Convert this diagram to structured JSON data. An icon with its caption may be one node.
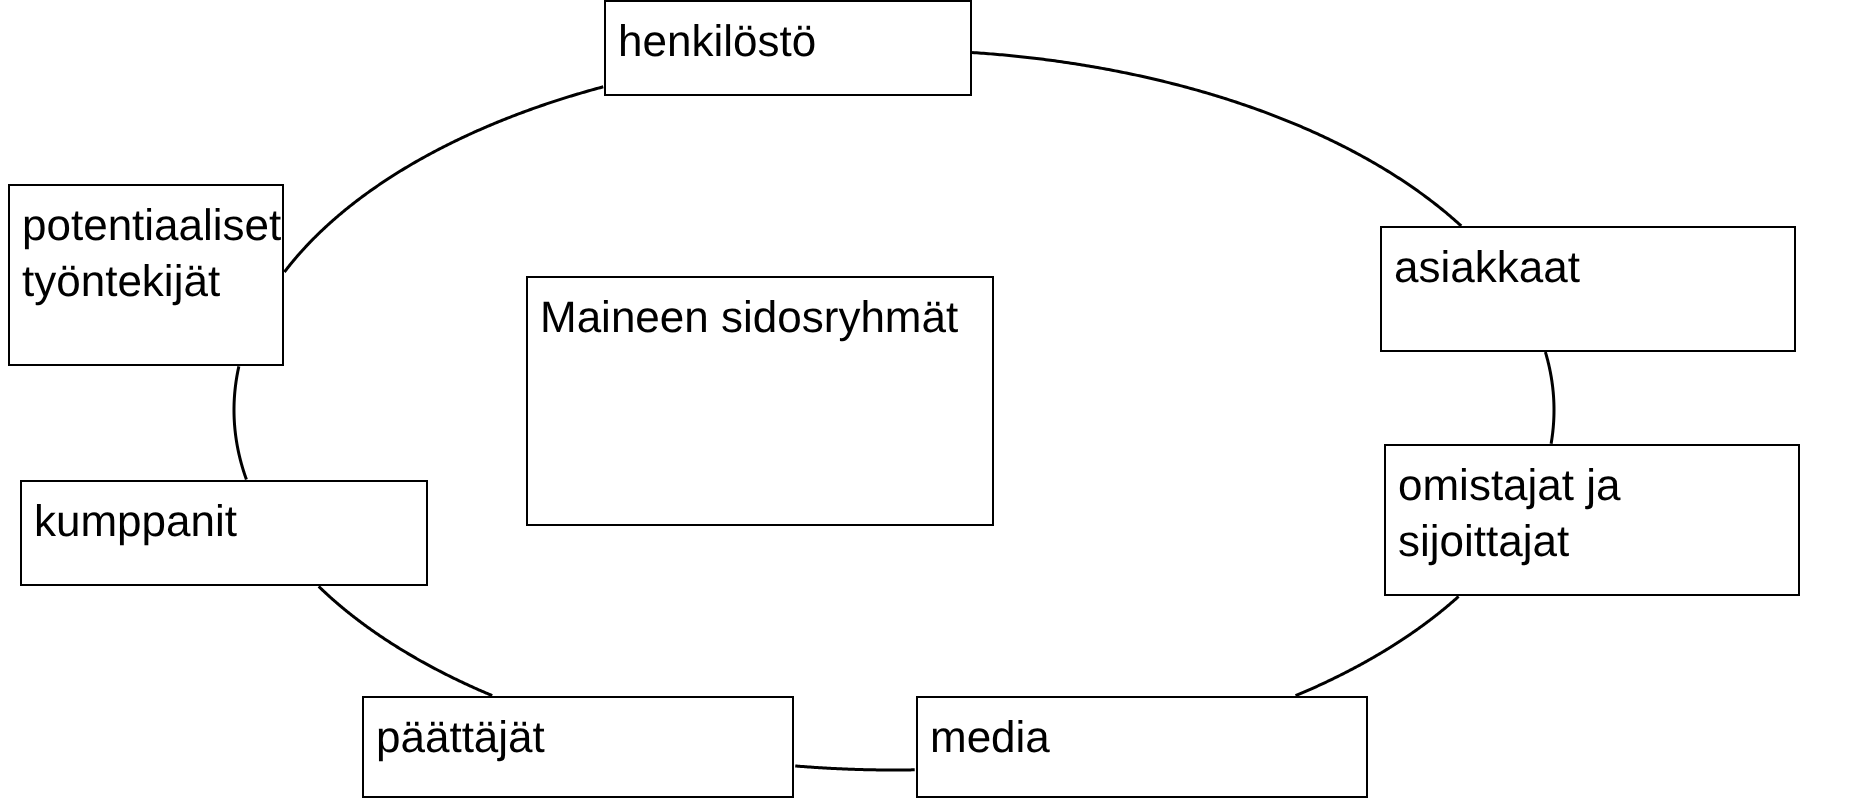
{
  "diagram": {
    "nodes": [
      {
        "text": [
          "henkilöstö"
        ]
      },
      {
        "text": [
          "potentiaaliset työntekijät"
        ]
      },
      {
        "text": [
          "asiakkaat"
        ]
      },
      {
        "text": [
          "Maineen sidosryhmät"
        ]
      },
      {
        "text": [
          "omistajat ja sijoittajat"
        ]
      },
      {
        "text": [
          "kumppanit"
        ]
      },
      {
        "text": [
          "päättäjät"
        ]
      },
      {
        "text": [
          "media"
        ]
      }
    ],
    "edges": [
      {
        "from": 0,
        "to": 2,
        "arrow": "none"
      },
      {
        "from": 2,
        "to": 4,
        "arrow": "none"
      },
      {
        "from": 4,
        "to": 7,
        "arrow": "none"
      },
      {
        "from": 7,
        "to": 6,
        "arrow": "none"
      },
      {
        "from": 6,
        "to": 5,
        "arrow": "none"
      },
      {
        "from": 5,
        "to": 1,
        "arrow": "none"
      },
      {
        "from": 1,
        "to": 0,
        "arrow": "none"
      }
    ]
  }
}
